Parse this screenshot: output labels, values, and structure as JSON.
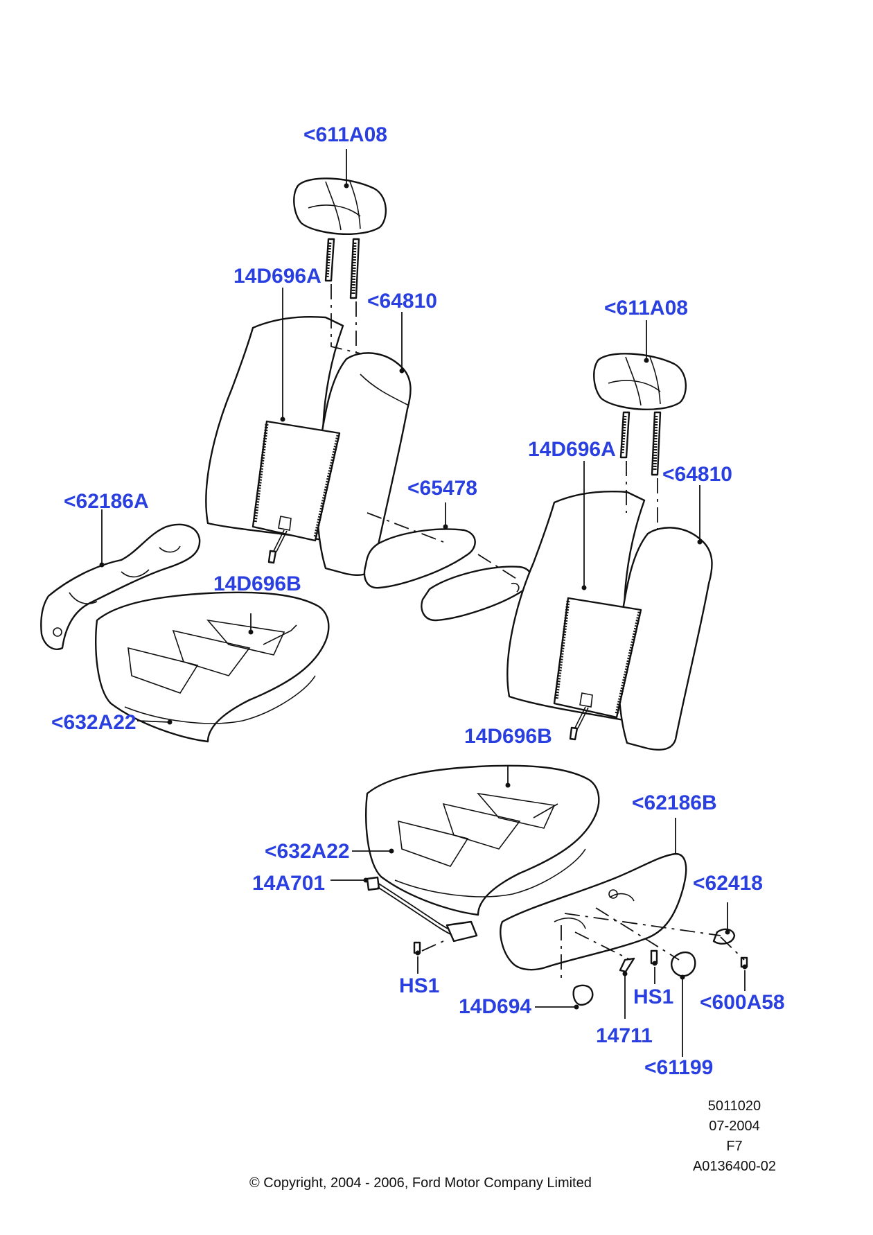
{
  "colors": {
    "callout": "#2a3fe0",
    "line": "#111111",
    "background": "#ffffff"
  },
  "callouts": {
    "headrest_a": "<611A08",
    "heater_back_a": "14D696A",
    "guide_a": "<64810",
    "trim_a": "<62186A",
    "armrest": "<65478",
    "heater_cushion_a": "14D696B",
    "cushion_cover_a": "<632A22",
    "headrest_b": "<611A08",
    "heater_back_b": "14D696A",
    "guide_b": "<64810",
    "heater_cushion_b": "14D696B",
    "trim_b": "<62186B",
    "cushion_cover_b": "<632A22",
    "harness": "14A701",
    "cap": "<62418",
    "screw_a": "HS1",
    "switch": "14D694",
    "screw_b": "HS1",
    "clip": "<600A58",
    "bracket": "14711",
    "knob": "<61199"
  },
  "meta": {
    "figure_number": "5011020",
    "date": "07-2004",
    "page": "F7",
    "illustration_id": "A0136400-02"
  },
  "copyright": "© Copyright, 2004 - 2006, Ford Motor Company Limited"
}
